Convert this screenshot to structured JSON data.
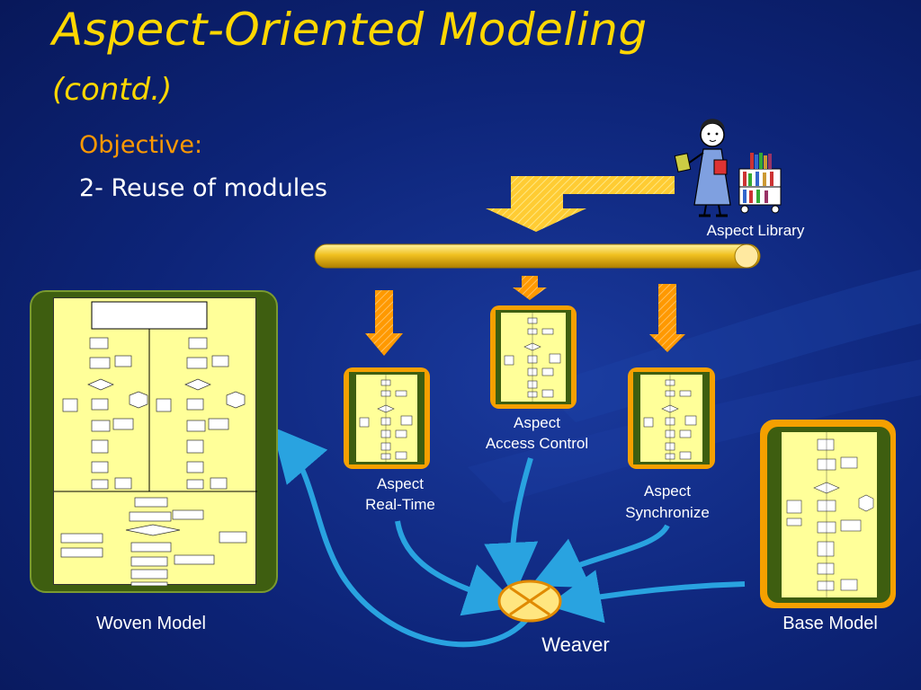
{
  "slide": {
    "title": "Aspect-Oriented Modeling",
    "subtitle": "(contd.)",
    "objective_label": "Objective:",
    "objective_text": "2- Reuse of modules"
  },
  "labels": {
    "aspect_library": "Aspect Library",
    "aspect_realtime_1": "Aspect",
    "aspect_realtime_2": "Real-Time",
    "aspect_access_1": "Aspect",
    "aspect_access_2": "Access Control",
    "aspect_sync_1": "Aspect",
    "aspect_sync_2": "Synchronize",
    "woven_model": "Woven Model",
    "base_model": "Base Model",
    "weaver": "Weaver"
  },
  "colors": {
    "title": "#ffd700",
    "objective": "#ff9900",
    "arrow_fill": "#ffcc33",
    "flow_arrow": "#29a3e0",
    "card_border": "#f5a000",
    "model_bg": "#ffff99"
  }
}
